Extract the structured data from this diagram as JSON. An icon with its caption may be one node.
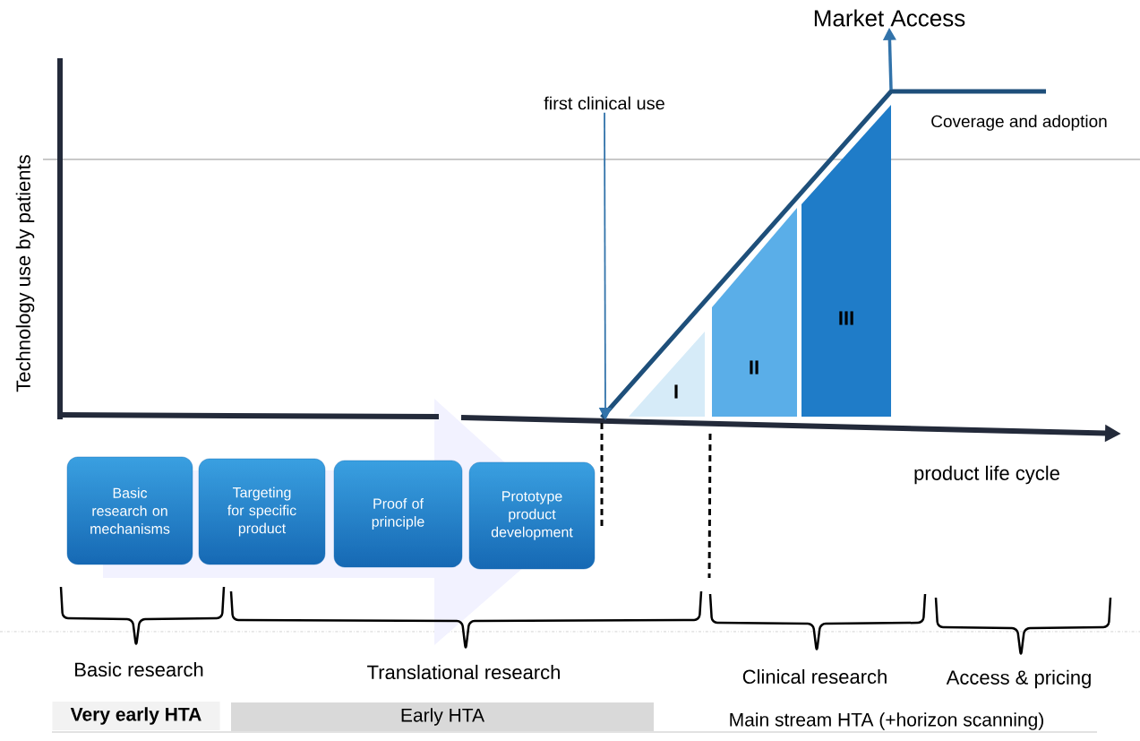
{
  "diagram": {
    "nodes": [
      {
        "text": [
          "Market Access"
        ]
      },
      {
        "text": [
          "first clinical use"
        ]
      },
      {
        "text": [
          "I"
        ]
      },
      {
        "text": [
          "II"
        ]
      },
      {
        "text": [
          "III"
        ]
      },
      {
        "text": [
          "Basic research on mechanisms"
        ]
      },
      {
        "text": [
          "Targeting for specific product"
        ]
      },
      {
        "text": [
          "Proof of principle"
        ]
      },
      {
        "text": [
          "Prototype product development"
        ]
      },
      {
        "text": [
          "Very early HTA"
        ]
      },
      {
        "text": [
          "Early HTA"
        ]
      },
      {
        "text": [],
        "shape": "arrow"
      }
    ],
    "edges": [
      {
        "from": null,
        "to": 0,
        "arrow": "to"
      },
      {
        "from": 1,
        "to": 11,
        "arrow": "to"
      },
      {
        "from": 5,
        "to": 8,
        "arrow": "to"
      }
    ],
    "labels": [
      "Technology use by patients",
      "Coverage and adoption",
      "product life cycle",
      "Basic research",
      "Translational research",
      "Clinical research",
      "Access & pricing",
      "Main stream HTA (+horizon scanning)"
    ]
  }
}
